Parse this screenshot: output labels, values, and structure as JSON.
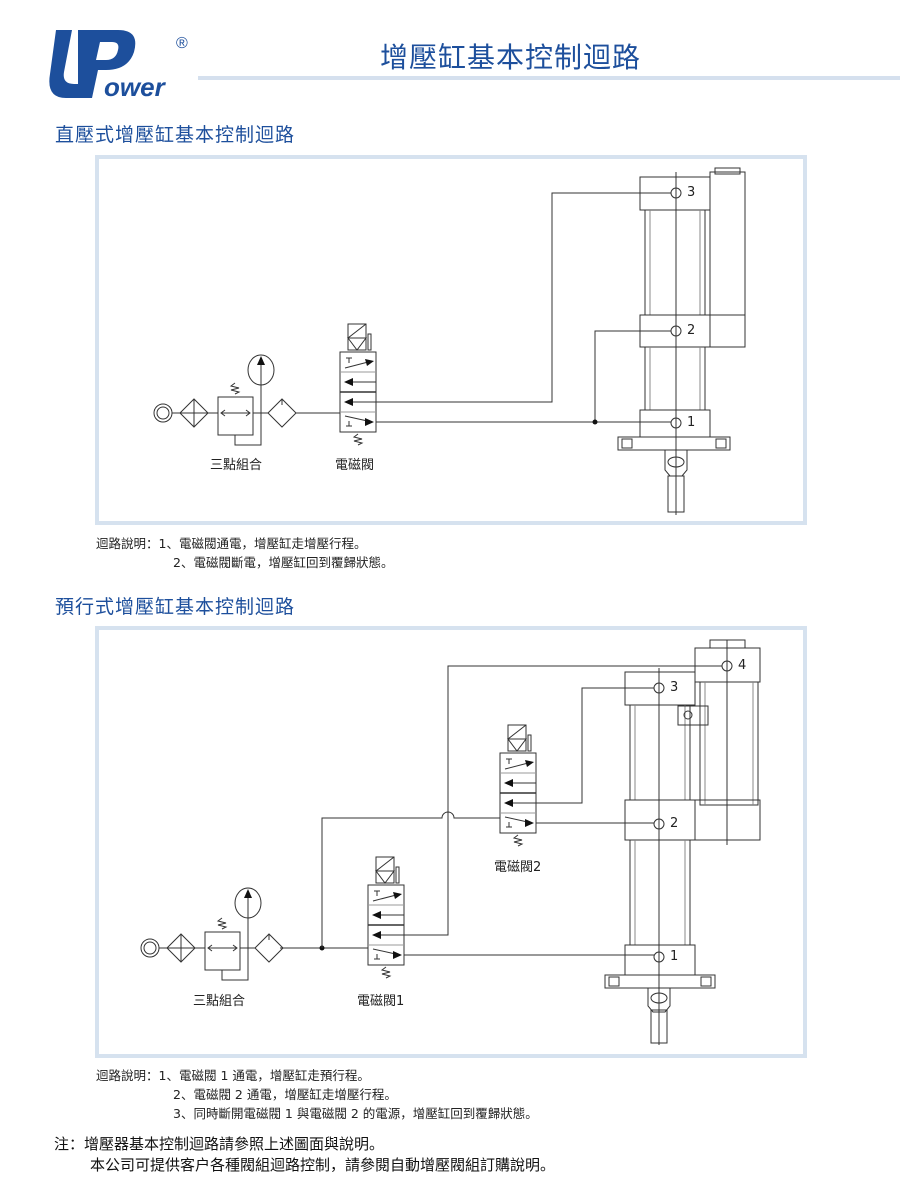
{
  "header": {
    "logo_text": "UPower",
    "logo_registered": "®",
    "title": "增壓缸基本控制迴路"
  },
  "colors": {
    "brand": "#1d4f9c",
    "panel_border": "#d6e2ef",
    "line": "#333333"
  },
  "section1": {
    "title": "直壓式增壓缸基本控制迴路",
    "labels": {
      "frl": "三點組合",
      "valve": "電磁閥"
    },
    "ports": [
      "1",
      "2",
      "3"
    ],
    "description_label": "迴路說明：",
    "description": [
      "1、電磁閥通電，增壓缸走增壓行程。",
      "2、電磁閥斷電，增壓缸回到覆歸狀態。"
    ]
  },
  "section2": {
    "title": "預行式增壓缸基本控制迴路",
    "labels": {
      "frl": "三點組合",
      "valve1": "電磁閥1",
      "valve2": "電磁閥2"
    },
    "ports": [
      "1",
      "2",
      "3",
      "4"
    ],
    "description_label": "迴路說明：",
    "description": [
      "1、電磁閥 1 通電，增壓缸走預行程。",
      "2、電磁閥 2 通電，增壓缸走增壓行程。",
      "3、同時斷開電磁閥 1 與電磁閥 2 的電源，增壓缸回到覆歸狀態。"
    ]
  },
  "note": {
    "label": "注：",
    "lines": [
      "增壓器基本控制迴路請參照上述圖面與說明。",
      "本公司可提供客户各種閥組迴路控制，請參閱自動增壓閥組訂購說明。"
    ]
  }
}
